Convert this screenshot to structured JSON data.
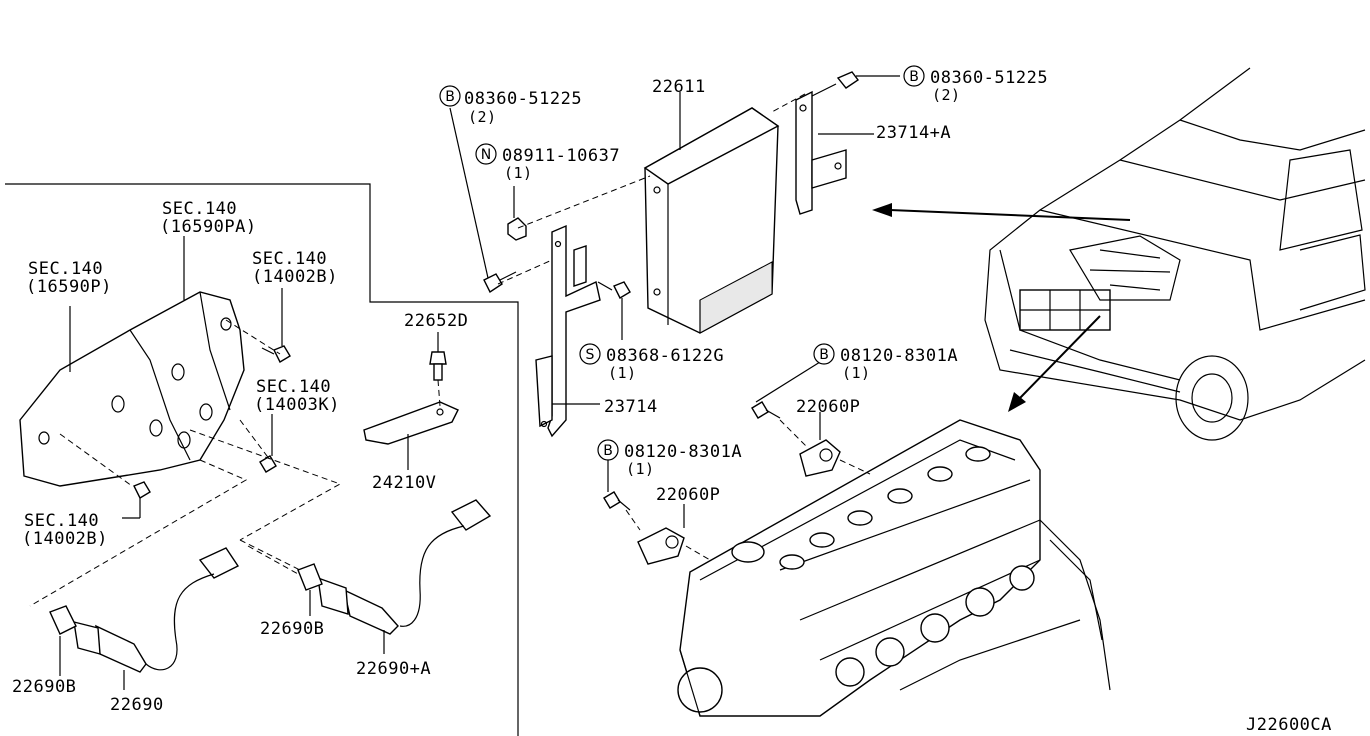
{
  "diagram_code": "J22600CA",
  "callouts": {
    "ecu": "22611",
    "bolt_b_left": {
      "symbol": "B",
      "part": "08360-51225",
      "qty": "(2)"
    },
    "nut_n": {
      "symbol": "N",
      "part": "08911-10637",
      "qty": "(1)"
    },
    "bolt_b_right": {
      "symbol": "B",
      "part": "08360-51225",
      "qty": "(2)"
    },
    "bracket_a": "23714+A",
    "screw_s": {
      "symbol": "S",
      "part": "08368-6122G",
      "qty": "(1)"
    },
    "bracket": "23714",
    "bolt_b_upper": {
      "symbol": "B",
      "part": "08120-8301A",
      "qty": "(1)"
    },
    "sensor_upper": "22060P",
    "bolt_b_lower": {
      "symbol": "B",
      "part": "08120-8301A",
      "qty": "(1)"
    },
    "sensor_lower": "22060P",
    "sec_16590pa": {
      "sec": "SEC.140",
      "ref": "(16590PA)"
    },
    "sec_16590p": {
      "sec": "SEC.140",
      "ref": "(16590P)"
    },
    "sec_14002b_top": {
      "sec": "SEC.140",
      "ref": "(14002B)"
    },
    "sec_14003k": {
      "sec": "SEC.140",
      "ref": "(14003K)"
    },
    "sec_14002b_bottom": {
      "sec": "SEC.140",
      "ref": "(14002B)"
    },
    "bolt_22652d": "22652D",
    "bracket_24210v": "24210V",
    "o2_22690b_left": "22690B",
    "o2_22690": "22690",
    "o2_22690b_right": "22690B",
    "o2_22690a": "22690+A"
  }
}
